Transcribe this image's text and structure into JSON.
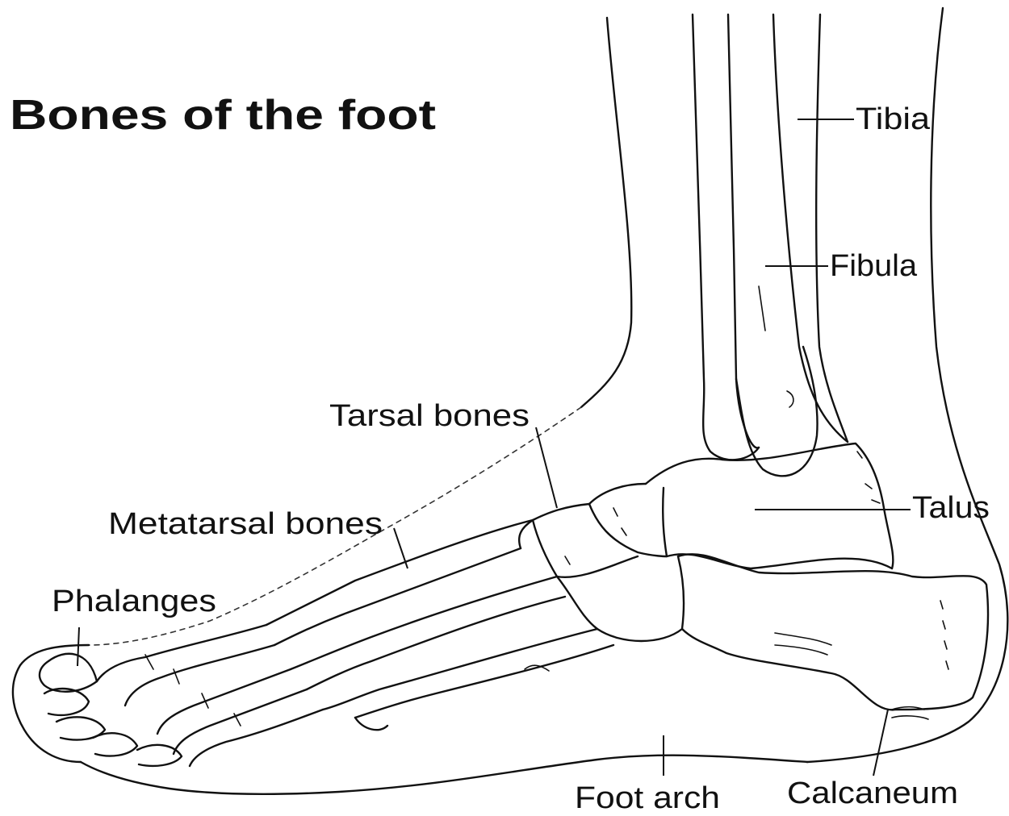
{
  "title": "Bones of  the foot",
  "labels": {
    "tibia": "Tibia",
    "fibula": "Fibula",
    "tarsal_bones": "Tarsal bones",
    "talus": "Talus",
    "metatarsal_bones": "Metatarsal bones",
    "phalanges": "Phalanges",
    "foot_arch": "Foot arch",
    "calcaneum": "Calcaneum"
  }
}
